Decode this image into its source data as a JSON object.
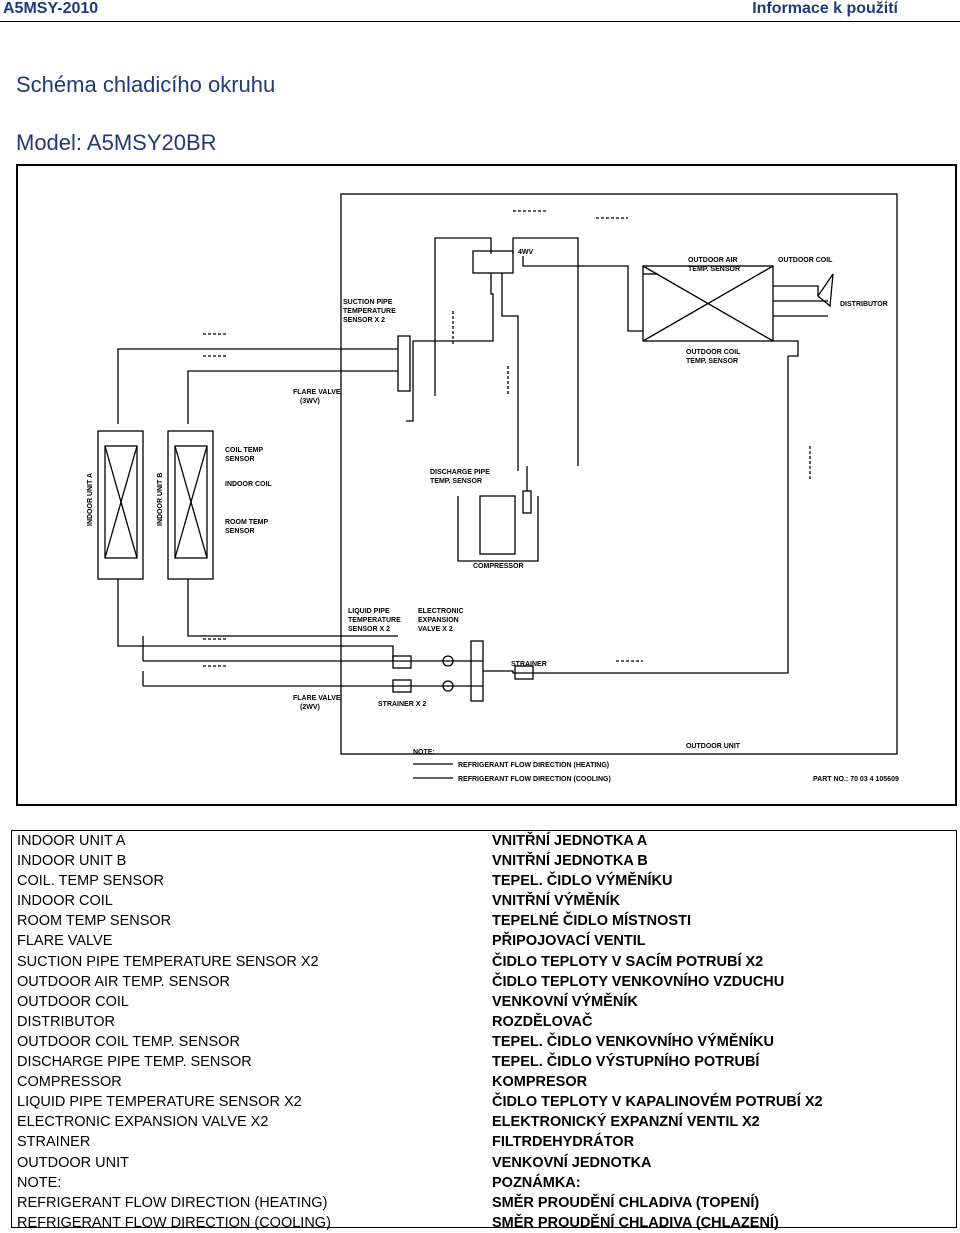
{
  "header": {
    "left": "A5MSY-2010",
    "right": "Informace k použití"
  },
  "title": "Schéma chladicího okruhu",
  "model": "Model: A5MSY20BR",
  "diagram": {
    "labels": {
      "suction_pipe": [
        "SUCTION PIPE",
        "TEMPERATURE",
        "SENSOR X 2"
      ],
      "flare_valve_3way": [
        "FLARE VALVE",
        "(3WV)"
      ],
      "fourwv": "4WV",
      "outdoor_air": [
        "OUTDOOR AIR",
        "TEMP. SENSOR"
      ],
      "outdoor_coil": "OUTDOOR COIL",
      "distributor": "DISTRIBUTOR",
      "outdoor_coil_temp": [
        "OUTDOOR COIL",
        "TEMP. SENSOR"
      ],
      "coil_temp": [
        "COIL TEMP",
        "SENSOR"
      ],
      "indoor_coil": "INDOOR COIL",
      "room_temp": [
        "ROOM TEMP",
        "SENSOR"
      ],
      "indoor_unit_a": "INDOOR UNIT A",
      "indoor_unit_b": "INDOOR UNIT B",
      "discharge": [
        "DISCHARGE PIPE",
        "TEMP. SENSOR"
      ],
      "compressor": "COMPRESSOR",
      "liquid_pipe": [
        "LIQUID PIPE",
        "TEMPERATURE",
        "SENSOR X 2"
      ],
      "eev": [
        "ELECTRONIC",
        "EXPANSION",
        "VALVE X 2"
      ],
      "strainer": "STRAINER",
      "flare_valve_2way": [
        "FLARE VALVE",
        "(2WV)"
      ],
      "strainer_x2": "STRAINER X 2",
      "outdoor_unit": "OUTDOOR UNIT",
      "note": "NOTE:",
      "flow_heating": "REFRIGERANT FLOW DIRECTION (HEATING)",
      "flow_cooling": "REFRIGERANT FLOW DIRECTION (COOLING)",
      "part_no": "PART NO.: 70 03 4 105609"
    }
  },
  "legend": {
    "english": [
      "INDOOR UNIT A",
      "INDOOR  UNIT B",
      "COIL. TEMP SENSOR",
      "INDOOR COIL",
      "ROOM TEMP SENSOR",
      "FLARE VALVE",
      "SUCTION PIPE TEMPERATURE SENSOR X2",
      "OUTDOOR AIR TEMP. SENSOR",
      "OUTDOOR COIL",
      "DISTRIBUTOR",
      "OUTDOOR COIL TEMP. SENSOR",
      "DISCHARGE PIPE TEMP. SENSOR",
      "COMPRESSOR",
      "LIQUID PIPE TEMPERATURE SENSOR X2",
      "ELECTRONIC EXPANSION VALVE X2",
      "STRAINER",
      "OUTDOOR UNIT",
      "NOTE:",
      "REFRIGERANT FLOW DIRECTION (HEATING)",
      "REFRIGERANT FLOW DIRECTION (COOLING)"
    ],
    "czech": [
      "VNITŘNÍ JEDNOTKA A",
      "VNITŘNÍ JEDNOTKA B",
      "TEPEL. ČIDLO VÝMĚNÍKU",
      "VNITŘNÍ VÝMĚNÍK",
      "TEPELNÉ ČIDLO MÍSTNOSTI",
      "PŘIPOJOVACÍ VENTIL",
      "ČIDLO TEPLOTY V SACÍM POTRUBÍ X2",
      "ČIDLO TEPLOTY VENKOVNÍHO VZDUCHU",
      "VENKOVNÍ VÝMĚNÍK",
      "ROZDĚLOVAČ",
      "TEPEL. ČIDLO VENKOVNÍHO VÝMĚNÍKU",
      "TEPEL. ČIDLO VÝSTUPNÍHO POTRUBÍ",
      "KOMPRESOR",
      "ČIDLO TEPLOTY V KAPALINOVÉM POTRUBÍ X2",
      "ELEKTRONICKÝ EXPANZNÍ VENTIL X2",
      "FILTRDEHYDRÁTOR",
      "VENKOVNÍ JEDNOTKA",
      "POZNÁMKA:",
      "SMĚR PROUDĚNÍ CHLADIVA (TOPENÍ)",
      "SMĚR PROUDĚNÍ CHLADIVA (CHLAZENÍ)"
    ]
  }
}
